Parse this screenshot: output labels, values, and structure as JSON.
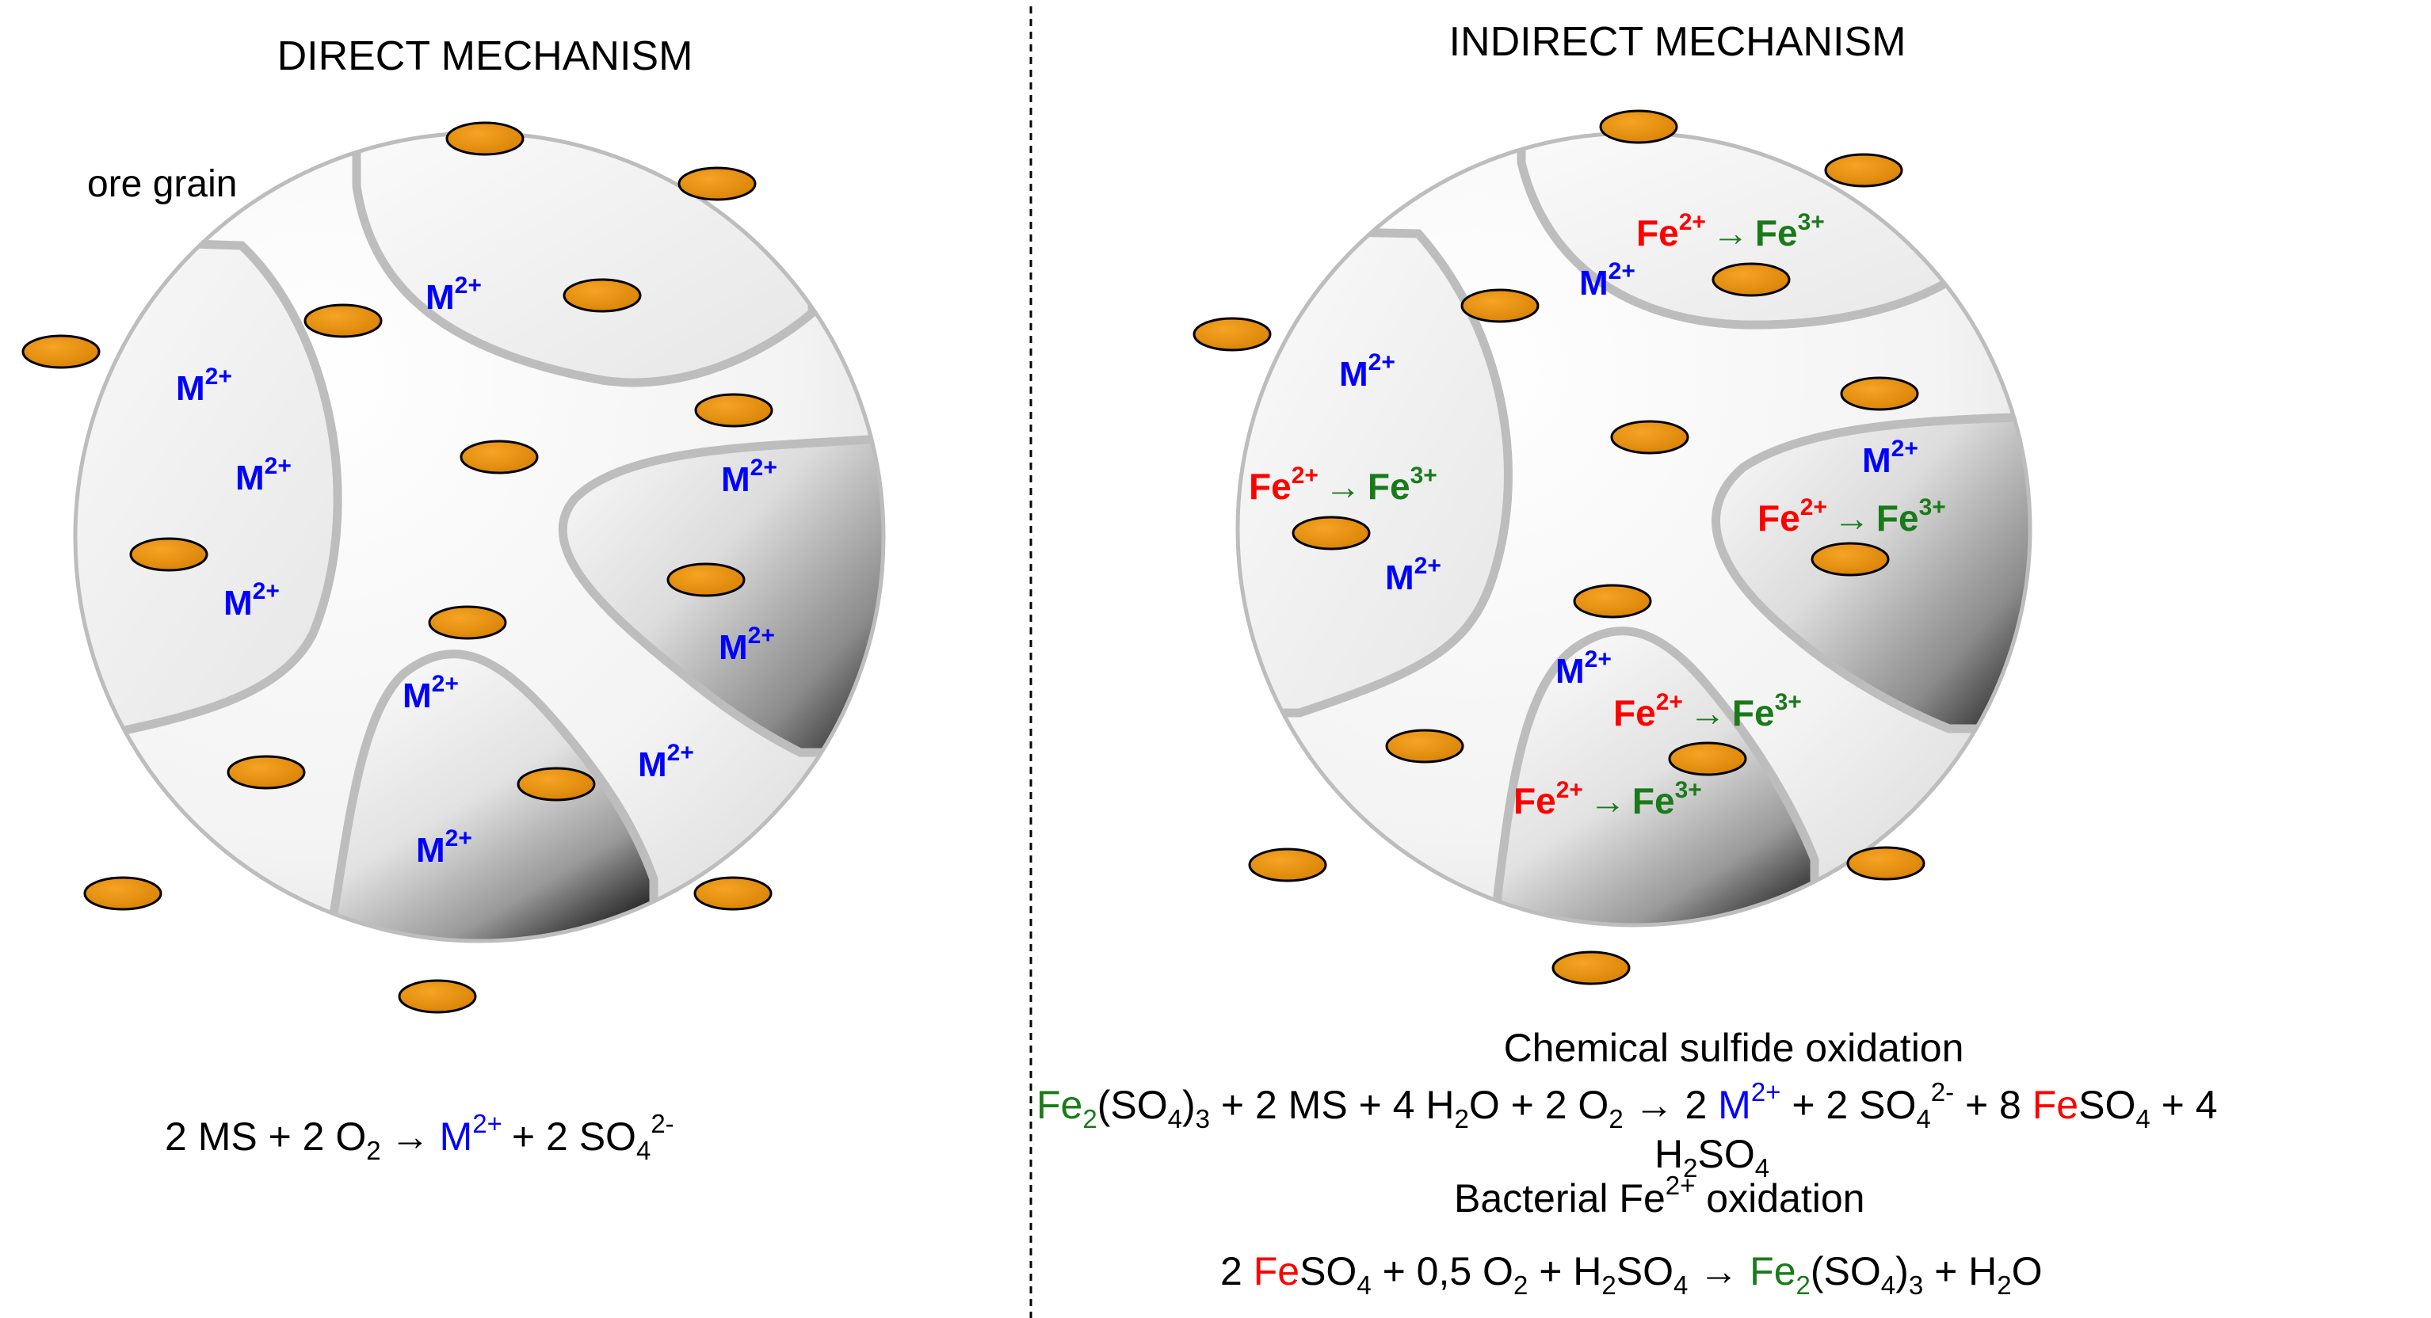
{
  "colors": {
    "metal": "#0000ff",
    "ferrous": "#ff0000",
    "ferric": "#1a7a1a",
    "bacterium_fill": "#e9900a",
    "bacterium_stroke": "#000000",
    "grain_stroke": "#bdbdbd",
    "divider": "#000000",
    "text": "#000000"
  },
  "icons": [
    "bacterium-icon",
    "arrow-right-icon"
  ],
  "direct": {
    "title": "DIRECT MECHANISM",
    "ore_label": "ore grain",
    "metal_ion": {
      "base": "M",
      "charge": "2+"
    },
    "equation": {
      "t1": "2 MS + 2 O",
      "s1": "2",
      "arrow": "→",
      "metal": "M",
      "metal_charge": "2+",
      "t2": "+ 2 SO",
      "s2": "4",
      "charge2": "2-"
    }
  },
  "indirect": {
    "title": "INDIRECT MECHANISM",
    "metal_ion": {
      "base": "M",
      "charge": "2+"
    },
    "fe_reaction": {
      "reactant": "Fe",
      "reactant_charge": "2+",
      "arrow": "→",
      "product": "Fe",
      "product_charge": "3+"
    },
    "chem_title": "Chemical sulfide oxidation",
    "chem_eq": {
      "fe": "Fe",
      "sub2": "2",
      "so4a": "(SO",
      "sub4a": "4",
      "close3": ")",
      "sub3": "3",
      "mid1": " + 2 MS + 4 H",
      "sub2b": "2",
      "mid2": "O + 2 O",
      "sub2c": "2",
      "arrow": " → 2 ",
      "metal": "M",
      "metal_charge": "2+",
      "mid3": " + 2 SO",
      "sub4b": "4",
      "charge2": "2-",
      "mid4": " + 8 ",
      "fe2": "Fe",
      "mid5": "SO",
      "sub4c": "4",
      "mid6": " + 4",
      "line2_h": "H",
      "line2_sub2": "2",
      "line2_so": "SO",
      "line2_sub4": "4"
    },
    "bact_title": {
      "pre": "Bacterial Fe",
      "charge": "2+",
      "post": " oxidation"
    },
    "bact_eq": {
      "lead": "2 ",
      "fe": "Fe",
      "p1": "SO",
      "s1": "4",
      "p2": " + 0,5 O",
      "s2": "2",
      "p3": " + H",
      "s3": "2",
      "p4": "SO",
      "s4": "4",
      "arrow": " → ",
      "fe3": "Fe",
      "s5": "2",
      "p5": "(SO",
      "s6": "4",
      "p6": ")",
      "s7": "3",
      "p7": " + H",
      "s8": "2",
      "p8": "O"
    }
  }
}
